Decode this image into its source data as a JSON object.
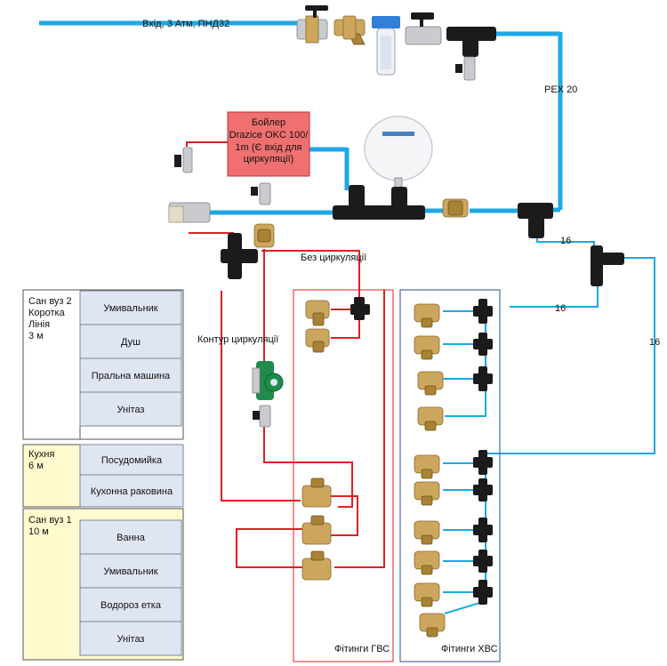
{
  "labels": {
    "inlet": "Вхід, 3 Атм, ПНД32",
    "pex20": "PEX 20",
    "boiler": [
      "Бойлер",
      "Drazice OKC 100/",
      "1m (Є вхід для",
      "циркуляції)"
    ],
    "no_circulation": "Без циркуляції",
    "circulation_loop": "Контур циркуляції",
    "pipe16_a": "16",
    "pipe16_b": "16",
    "pipe16_c": "16",
    "hot_fittings": "Фітинги ГВС",
    "cold_fittings": "Фітинги ХВС"
  },
  "rooms": [
    {
      "name": [
        "Сан вуз 2",
        "Коротка",
        "Лінія",
        "3 м"
      ],
      "fixtures": [
        "Умивальник",
        "Душ",
        "Пральна машина",
        "Унітаз"
      ]
    },
    {
      "name": [
        "Кухня",
        "6 м"
      ],
      "fixtures": [
        "Посудомийка",
        "Кухонна раковина"
      ]
    },
    {
      "name": [
        "Сан вуз 1",
        "10 м"
      ],
      "fixtures": [
        "Ванна",
        "Умивальник",
        "Водороз етка",
        "Унітаз"
      ]
    }
  ],
  "colors": {
    "cold_pipe": "#1ea7e6",
    "hot_pipe": "#e02020",
    "boiler_fill": "#f07070",
    "room_fill": "#fffbcf",
    "fixture_fill": "#dfe6f1",
    "hot_frame": "#e02020",
    "cold_frame": "#2a4e8c"
  },
  "icons": [
    "ball-valve-icon",
    "y-strainer-icon",
    "water-filter-icon",
    "tee-fitting-icon",
    "expansion-tank-icon",
    "check-valve-icon",
    "circulation-pump-icon",
    "wall-elbow-icon",
    "manifold-tee-icon"
  ]
}
